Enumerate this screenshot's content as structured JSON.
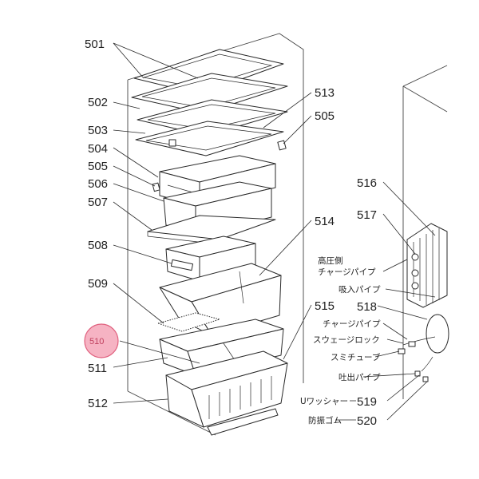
{
  "labels": {
    "p501": "501",
    "p502": "502",
    "p503": "503",
    "p504": "504",
    "p505_left": "505",
    "p505_right": "505",
    "p506": "506",
    "p507": "507",
    "p508": "508",
    "p509": "509",
    "p510": "510",
    "p511": "511",
    "p512": "512",
    "p513": "513",
    "p514": "514",
    "p515": "515",
    "p516": "516",
    "p517": "517",
    "p518": "518",
    "p519": "519",
    "p520": "520"
  },
  "callouts": {
    "high_pressure_charge_pipe_line1": "高圧側",
    "high_pressure_charge_pipe_line2": "チャージパイプ",
    "suction_pipe": "吸入パイプ",
    "charge_pipe": "チャージパイプ",
    "swage_lock": "スウェージロック",
    "sumi_tube": "スミチューブ",
    "discharge_pipe": "吐出パイプ",
    "u_washer": "Uワッシャー",
    "vibration_rubber": "防振ゴム"
  },
  "colors": {
    "highlight_fill": "#f4a6b8",
    "highlight_stroke": "#e0607e",
    "line": "#2a2a2a"
  }
}
